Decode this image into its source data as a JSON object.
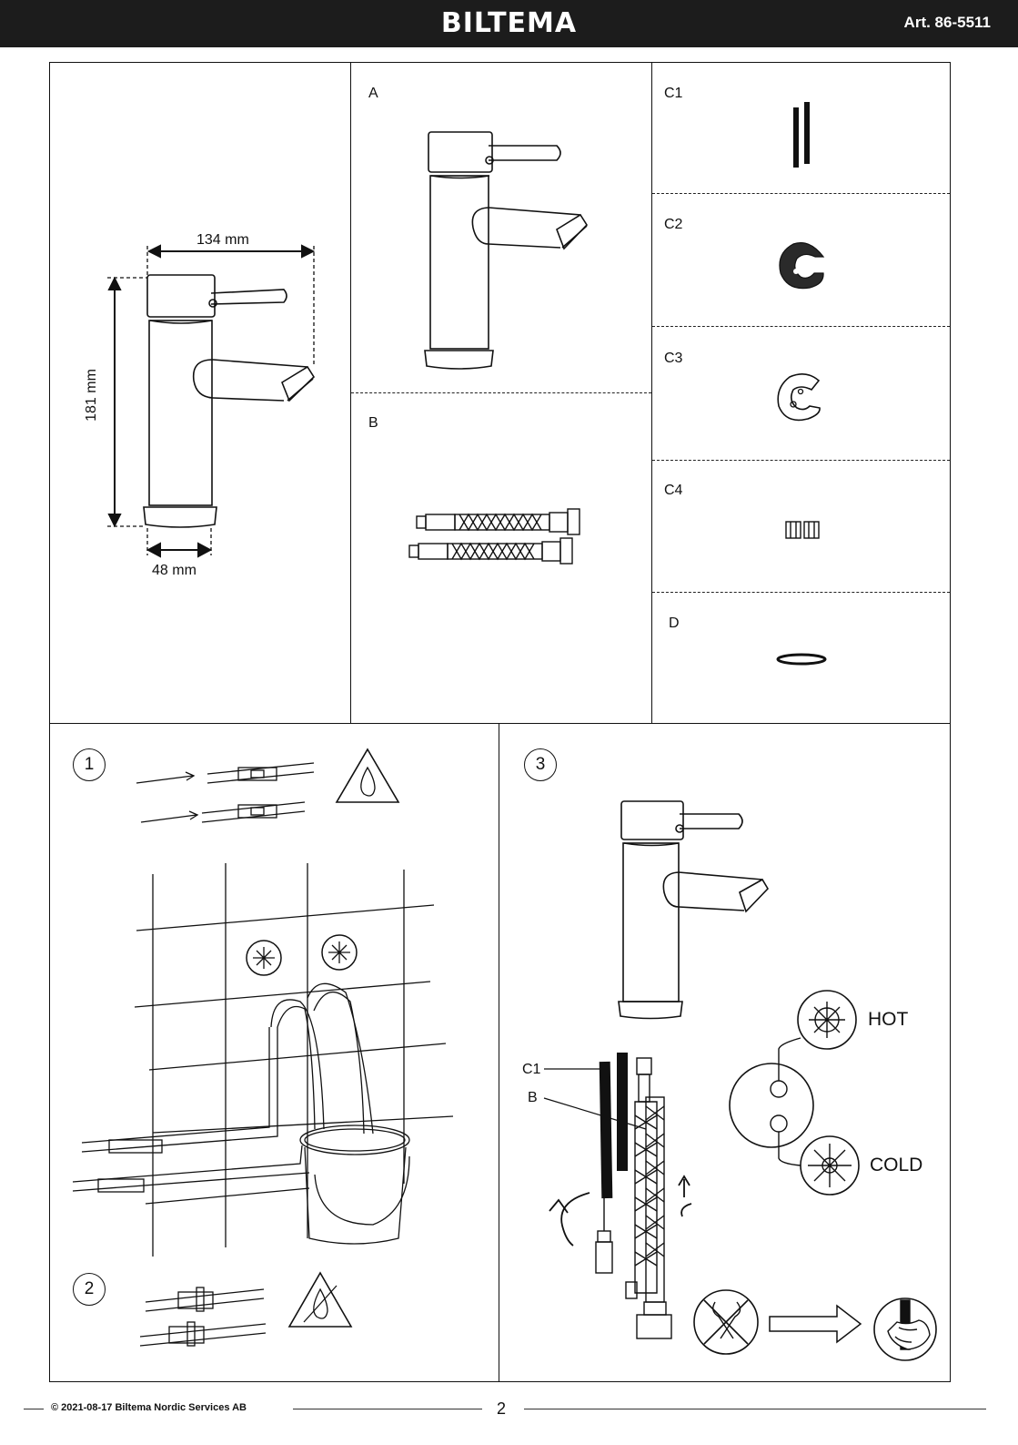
{
  "header": {
    "brand": "BILTEMA",
    "article": "Art. 86-5511"
  },
  "dimensions": {
    "width": "134 mm",
    "height": "181 mm",
    "base": "48 mm"
  },
  "parts": {
    "a": "A",
    "b": "B",
    "c1": "C1",
    "c2": "C2",
    "c3": "C3",
    "c4": "C4",
    "d": "D"
  },
  "steps": {
    "one": "1",
    "two": "2",
    "three": "3"
  },
  "step3": {
    "c1": "C1",
    "b": "B",
    "hot": "HOT",
    "cold": "COLD"
  },
  "footer": {
    "copyright": "© 2021-08-17 Biltema Nordic Services AB",
    "page": "2"
  }
}
